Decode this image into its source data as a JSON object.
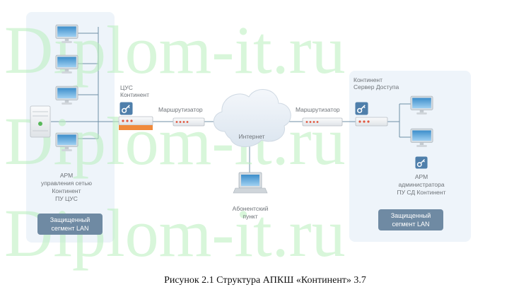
{
  "watermark": "Diplom-it.ru",
  "left_zone": {
    "arm_label": [
      "АРМ",
      "управления сетью",
      "Континент",
      "ПУ ЦУС"
    ],
    "segment_label": [
      "Защищенный",
      "сегмент LAN"
    ]
  },
  "cus": {
    "label": [
      "ЦУС",
      "Континент"
    ]
  },
  "router_left": {
    "label": "Маршрутизатор"
  },
  "cloud": {
    "label": "Интернет"
  },
  "subscriber": {
    "label": [
      "Абонентский",
      "пункт"
    ]
  },
  "router_right": {
    "label": "Маршрутизатор"
  },
  "right_zone": {
    "server_label": [
      "Континент",
      "Сервер Доступа"
    ],
    "arm_label": [
      "АРМ",
      "администратора",
      "ПУ СД Континент"
    ],
    "segment_label": [
      "Защищенный",
      "сегмент LAN"
    ]
  },
  "caption": "Рисунок 2.1 Структура АПКШ «Континент» 3.7",
  "colors": {
    "zone_bg": "#eef4fa",
    "segment_badge": "#6f8aa3",
    "router_lights": "#e0563f",
    "router_orange": "#f08a3c",
    "key_blue": "#4f7fab"
  }
}
